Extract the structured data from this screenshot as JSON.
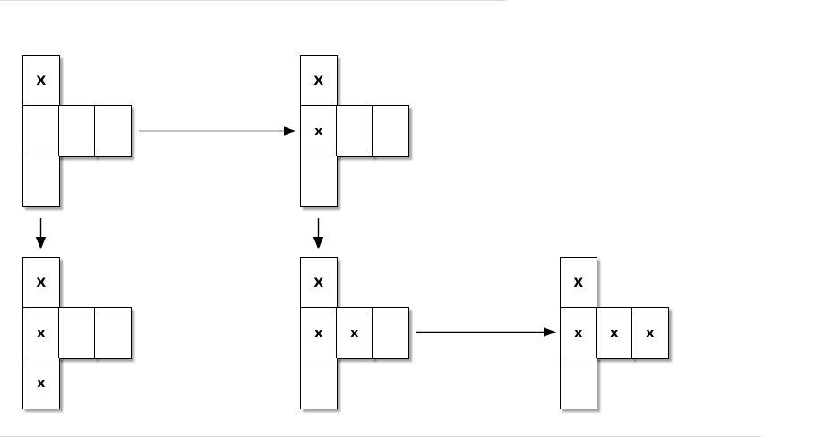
{
  "diagram": {
    "shapes": [
      {
        "name": "net-1",
        "cells": {
          "top": "X",
          "mid1": "",
          "mid2": "",
          "mid3": "",
          "bottom": ""
        }
      },
      {
        "name": "net-2",
        "cells": {
          "top": "X",
          "mid1": "x",
          "mid2": "",
          "mid3": "",
          "bottom": ""
        }
      },
      {
        "name": "net-3",
        "cells": {
          "top": "X",
          "mid1": "x",
          "mid2": "",
          "mid3": "",
          "bottom": "x"
        }
      },
      {
        "name": "net-4",
        "cells": {
          "top": "X",
          "mid1": "x",
          "mid2": "x",
          "mid3": "",
          "bottom": ""
        }
      },
      {
        "name": "net-5",
        "cells": {
          "top": "X",
          "mid1": "x",
          "mid2": "x",
          "mid3": "x",
          "bottom": ""
        }
      }
    ],
    "colors": {
      "page_bg": "#ffffff",
      "cell_fill": "#ffffff",
      "cell_border": "#000000",
      "mark": "#000000",
      "arrow": "#000000",
      "shadow": "rgba(0,0,0,0.35)"
    }
  }
}
